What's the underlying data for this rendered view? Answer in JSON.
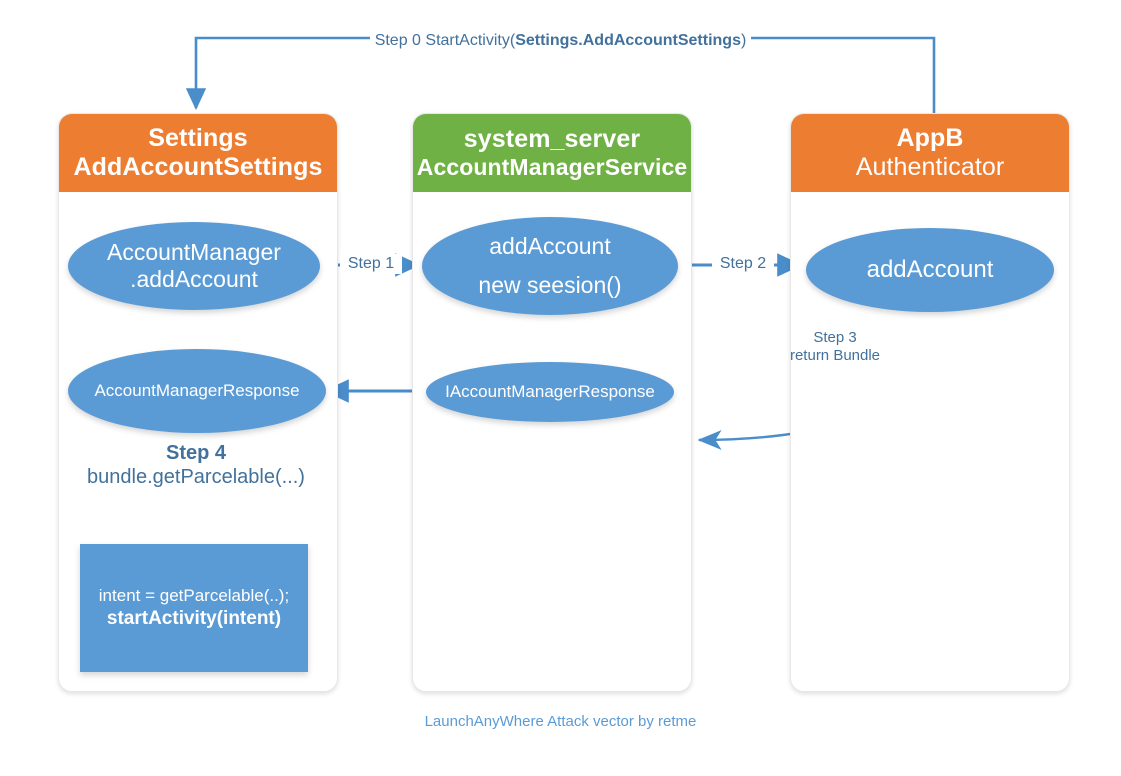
{
  "diagram": {
    "caption": "LaunchAnyWhere Attack vector by retme",
    "colors": {
      "orange": "#ED7D31",
      "green": "#6FB144",
      "blue": "#5B9BD5",
      "arrow": "#4A8DCB",
      "label_text": "#41719C"
    },
    "lanes": [
      {
        "id": "settings",
        "header_line1": "Settings",
        "header_line2": "AddAccountSettings",
        "header_color": "#ED7D31",
        "header_line2_bold": true
      },
      {
        "id": "system-server",
        "header_line1": "system_server",
        "header_line2": "AccountManagerService",
        "header_color": "#6FB144",
        "header_line2_bold": true
      },
      {
        "id": "appb",
        "header_line1": "AppB",
        "header_line2": "Authenticator",
        "header_color": "#ED7D31",
        "header_line2_bold": false
      }
    ],
    "nodes": {
      "account_manager_add_account": {
        "line1": "AccountManager",
        "line2": ".addAccount"
      },
      "service_add_account": {
        "line1": "addAccount",
        "line2": "new seesion()"
      },
      "appb_add_account": {
        "line1": "addAccount"
      },
      "account_manager_response": {
        "line1": "AccountManagerResponse"
      },
      "i_account_manager_response": {
        "line1": "IAccountManagerResponse"
      },
      "code_block": {
        "line1": "intent = getParcelable(..);",
        "line2": "startActivity(intent)"
      }
    },
    "edges": {
      "step0": {
        "prefix": "Step 0  StartActivity(",
        "bold": "Settings.AddAccountSettings",
        "suffix": ")"
      },
      "step1": {
        "label": "Step 1"
      },
      "step2": {
        "label": "Step 2"
      },
      "step3": {
        "line1": "Step 3",
        "line2": "return Bundle"
      },
      "step4": {
        "line1": "Step 4",
        "line2": "bundle.getParcelable(...)"
      }
    }
  }
}
